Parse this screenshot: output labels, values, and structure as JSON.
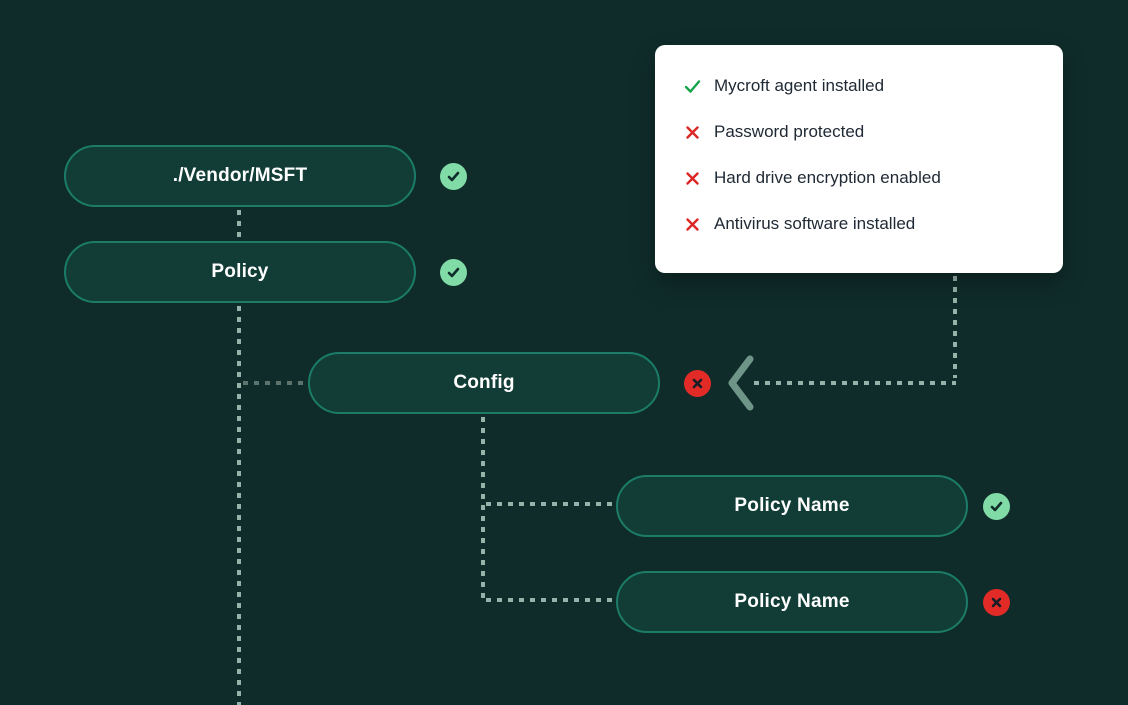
{
  "diagram": {
    "nodes": [
      {
        "id": "vendor",
        "label": "./Vendor/MSFT",
        "status": "pass"
      },
      {
        "id": "policy",
        "label": "Policy",
        "status": "pass"
      },
      {
        "id": "config",
        "label": "Config",
        "status": "fail"
      },
      {
        "id": "policy-name-1",
        "label": "Policy Name",
        "status": "pass"
      },
      {
        "id": "policy-name-2",
        "label": "Policy Name",
        "status": "fail"
      }
    ]
  },
  "checklist": {
    "items": [
      {
        "label": "Mycroft agent installed",
        "status": "pass"
      },
      {
        "label": "Password protected",
        "status": "fail"
      },
      {
        "label": "Hard drive encryption enabled",
        "status": "fail"
      },
      {
        "label": "Antivirus software installed",
        "status": "fail"
      }
    ]
  },
  "colors": {
    "background": "#0f2c2a",
    "node_fill": "#123d37",
    "node_border": "#1b7c68",
    "node_text": "#ffffff",
    "connector_dot": "#96b3a9",
    "connector_dot_dim": "#5d746e",
    "chevron": "#6e9587",
    "badge_pass_bg": "#81dba6",
    "badge_pass_glyph": "#0f2c2a",
    "badge_fail_bg": "#e22b27",
    "badge_fail_glyph": "#161d26",
    "card_bg": "#ffffff",
    "card_text": "#202a35",
    "check_green": "#16a34a",
    "cross_red": "#dc2626"
  }
}
